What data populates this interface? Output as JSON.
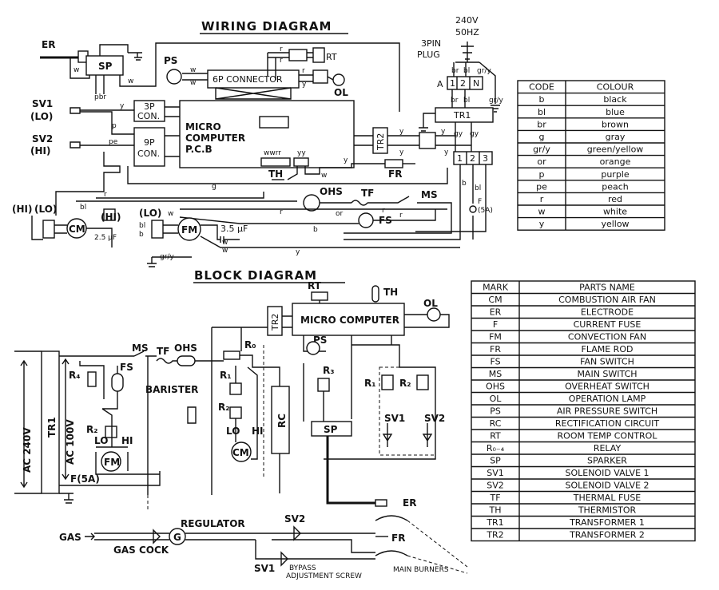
{
  "wiring": {
    "title": "WIRING DIAGRAM",
    "power": {
      "voltage": "240V",
      "freq": "50HZ",
      "plug_line1": "3PIN",
      "plug_line2": "PLUG"
    },
    "labels": {
      "er": "ER",
      "sp": "SP",
      "ps": "PS",
      "connector6p": "6P CONNECTOR",
      "rt": "RT",
      "ol": "OL",
      "sv1": "SV1",
      "sv1_sub": "(LO)",
      "sv2": "SV2",
      "sv2_sub": "(HI)",
      "con3p_a": "3P",
      "con3p_b": "CON.",
      "con9p_a": "9P",
      "con9p_b": "CON.",
      "mcu_a": "MICRO",
      "mcu_b": "COMPUTER",
      "mcu_c": "P.C.B",
      "tr2": "TR2",
      "tr1": "TR1",
      "th": "TH",
      "fr": "FR",
      "ohs": "OHS",
      "tf": "TF",
      "ms": "MS",
      "fs": "FS",
      "cm": "CM",
      "fm": "FM",
      "cap1": "3.5 μF",
      "cap2": "2.5 μF",
      "hi": "(HI)",
      "lo": "(LO)",
      "hi2": "(HI)",
      "lo2": "(LO)",
      "fuse": "F",
      "fuse_rating": "(5A)",
      "pin_a": "A",
      "pin_n": "N",
      "pin1": "1",
      "pin2": "2",
      "t1": "1",
      "t2": "2",
      "t3": "3",
      "gry": "gr/y",
      "gry2": "gr/y",
      "gry3": "gr/y",
      "w_b": "b",
      "w_bl": "bl",
      "w_br": "br",
      "w_g": "g",
      "w_r": "r",
      "w_w": "w",
      "w_y": "y",
      "w_or": "or",
      "w_p": "p",
      "w_pe": "pe",
      "w_gy": "gy",
      "w_pbr": "pbr",
      "w_wwrr": "wwrr",
      "w_yy": "yy"
    }
  },
  "colour_table": {
    "headers": [
      "CODE",
      "COLOUR"
    ],
    "rows": [
      [
        "b",
        "black"
      ],
      [
        "bl",
        "blue"
      ],
      [
        "br",
        "brown"
      ],
      [
        "g",
        "gray"
      ],
      [
        "gr/y",
        "green/yellow"
      ],
      [
        "or",
        "orange"
      ],
      [
        "p",
        "purple"
      ],
      [
        "pe",
        "peach"
      ],
      [
        "r",
        "red"
      ],
      [
        "w",
        "white"
      ],
      [
        "y",
        "yellow"
      ]
    ]
  },
  "block": {
    "title": "BLOCK DIAGRAM",
    "labels": {
      "rt": "RT",
      "th": "TH",
      "ol": "OL",
      "tr2": "TR2",
      "mcu": "MICRO COMPUTER",
      "ms": "MS",
      "tf": "TF",
      "ohs": "OHS",
      "r0": "R₀",
      "ps": "PS",
      "r4": "R₄",
      "fs": "FS",
      "r1": "R₁",
      "r3": "R₃",
      "r1b": "R₁",
      "r2b": "R₂",
      "barister": "BARISTER",
      "r2": "R₂",
      "rc": "RC",
      "sp": "SP",
      "sv1": "SV1",
      "sv2": "SV2",
      "lo": "LO",
      "hi": "HI",
      "lo2": "LO",
      "hi2": "HI",
      "fm": "FM",
      "cm": "CM",
      "ac240": "AC 240V",
      "ac100": "AC 100V",
      "tr1": "TR1",
      "fuse": "F(5A)",
      "er": "ER",
      "fr": "FR",
      "gas": "GAS",
      "gas_cock": "GAS COCK",
      "regulator": "REGULATOR",
      "g": "G",
      "sv2_gas": "SV2",
      "sv1_gas": "SV1",
      "bypass1": "BYPASS",
      "bypass2": "ADJUSTMENT SCREW",
      "burners": "MAIN BURNERS"
    }
  },
  "parts_table": {
    "headers": [
      "MARK",
      "PARTS NAME"
    ],
    "rows": [
      [
        "CM",
        "COMBUSTION AIR FAN"
      ],
      [
        "ER",
        "ELECTRODE"
      ],
      [
        "F",
        "CURRENT FUSE"
      ],
      [
        "FM",
        "CONVECTION FAN"
      ],
      [
        "FR",
        "FLAME ROD"
      ],
      [
        "FS",
        "FAN SWITCH"
      ],
      [
        "MS",
        "MAIN SWITCH"
      ],
      [
        "OHS",
        "OVERHEAT SWITCH"
      ],
      [
        "OL",
        "OPERATION LAMP"
      ],
      [
        "PS",
        "AIR PRESSURE SWITCH"
      ],
      [
        "RC",
        "RECTIFICATION CIRCUIT"
      ],
      [
        "RT",
        "ROOM TEMP CONTROL"
      ],
      [
        "R₀₋₄",
        "RELAY"
      ],
      [
        "SP",
        "SPARKER"
      ],
      [
        "SV1",
        "SOLENOID VALVE 1"
      ],
      [
        "SV2",
        "SOLENOID VALVE 2"
      ],
      [
        "TF",
        "THERMAL FUSE"
      ],
      [
        "TH",
        "THERMISTOR"
      ],
      [
        "TR1",
        "TRANSFORMER 1"
      ],
      [
        "TR2",
        "TRANSFORMER 2"
      ]
    ]
  }
}
